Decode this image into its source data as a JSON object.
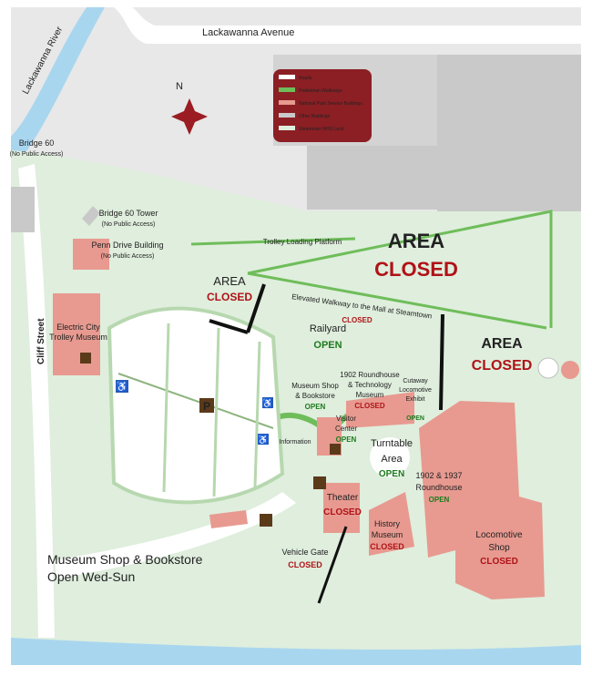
{
  "roads": {
    "lackawanna_avenue": "Lackawanna Avenue",
    "cliff_street": "Cliff Street"
  },
  "river": {
    "name": "Lackawanna River"
  },
  "compass": {
    "letter": "N"
  },
  "legend": {
    "items": [
      {
        "label": "Roads",
        "color": "#ffffff"
      },
      {
        "label": "Pedestrian Walkways",
        "color": "#6fbd5a"
      },
      {
        "label": "National Park Service Buildings",
        "color": "#e89a90"
      },
      {
        "label": "Other Buildings",
        "color": "#c9c9c9"
      },
      {
        "label": "Steamtown NHS Land",
        "color": "#dfeedd"
      }
    ],
    "bg_color": "#8b1f24"
  },
  "places": {
    "bridge60": {
      "name": "Bridge 60",
      "note": "(No Public Access)"
    },
    "bridge60_tower": {
      "name": "Bridge 60 Tower",
      "note": "(No Public Access)"
    },
    "penn_drive": {
      "name": "Penn Drive Building",
      "note": "(No Public Access)"
    },
    "trolley_museum": {
      "line1": "Electric City",
      "line2": "Trolley Museum"
    },
    "trolley_platform": {
      "name": "Trolley Loading Platform"
    },
    "elevated_walkway": {
      "name": "Elevated Walkway to the Mall at Steamtown",
      "status": "CLOSED"
    },
    "railyard": {
      "name": "Railyard",
      "status": "OPEN"
    },
    "museum_shop": {
      "line1": "Museum Shop",
      "line2": "& Bookstore",
      "status": "OPEN"
    },
    "roundhouse_tech": {
      "line1": "1902 Roundhouse",
      "line2": "& Technology",
      "line3": "Museum",
      "status": "CLOSED"
    },
    "cutaway": {
      "line1": "Cutaway",
      "line2": "Locomotive",
      "line3": "Exhibit",
      "status": "OPEN"
    },
    "visitor_center": {
      "line1": "Visitor",
      "line2": "Center",
      "status": "OPEN"
    },
    "information": {
      "name": "Information"
    },
    "turntable": {
      "line1": "Turntable",
      "line2": "Area",
      "status": "OPEN"
    },
    "roundhouse": {
      "line1": "1902 & 1937",
      "line2": "Roundhouse",
      "status": "OPEN"
    },
    "theater": {
      "name": "Theater",
      "status": "CLOSED"
    },
    "history_museum": {
      "line1": "History",
      "line2": "Museum",
      "status": "CLOSED"
    },
    "locomotive_shop": {
      "line1": "Locomotive",
      "line2": "Shop",
      "status": "CLOSED"
    },
    "vehicle_gate": {
      "name": "Vehicle Gate",
      "status": "CLOSED"
    },
    "shop_hours": {
      "line1": "Museum Shop & Bookstore",
      "line2": "Open Wed-Sun"
    }
  },
  "areas": {
    "top_center": {
      "line1": "AREA",
      "line2": "CLOSED"
    },
    "top_left": {
      "line1": "AREA",
      "line2": "CLOSED"
    },
    "right": {
      "line1": "AREA",
      "line2": "CLOSED"
    }
  },
  "parking": {
    "symbol": "P"
  }
}
